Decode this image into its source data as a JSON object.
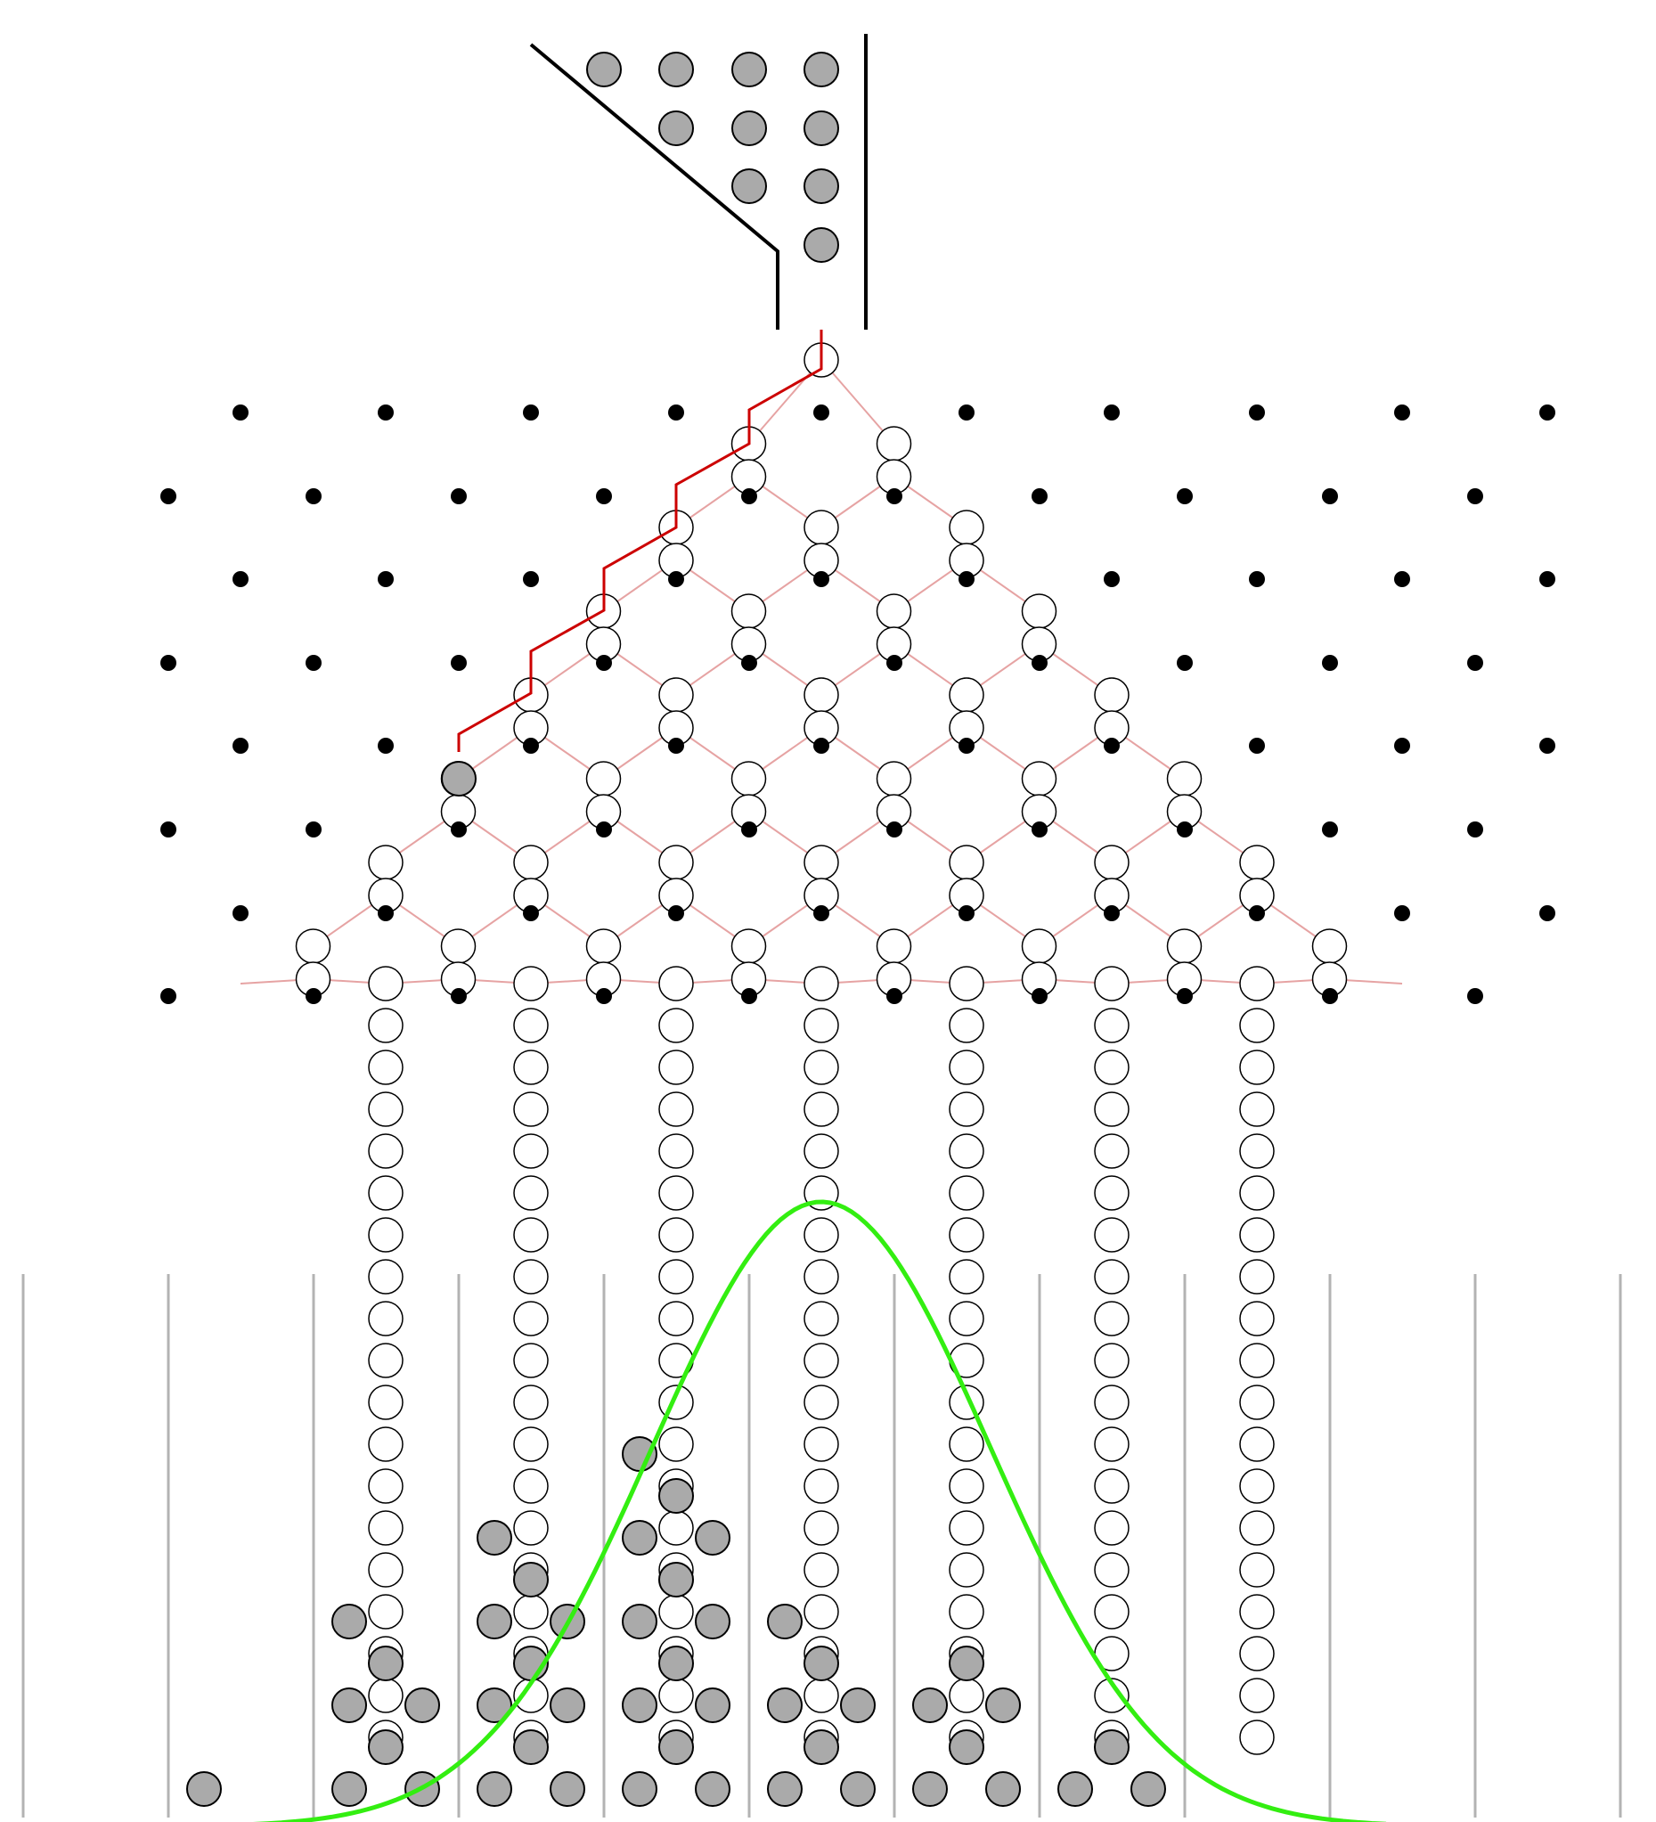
{
  "figure": {
    "kind": "galton-board",
    "rows_of_pegs": 8,
    "bins": 11,
    "hopper_balls": 10,
    "colors": {
      "background": "#ffffff",
      "peg": "#000000",
      "ball_fill": "#aaaaaa",
      "ball_outline": "#000000",
      "ghost_ball_fill": "#ffffff",
      "path_highlight": "#cc0000",
      "path_faint": "#e6a3a3",
      "bin_divider": "#b3b3b3",
      "hopper_wall": "#000000",
      "normal_curve": "#33ee11"
    },
    "bin_ball_counts": [
      0,
      1,
      7,
      10,
      13,
      7,
      6,
      3,
      0,
      0,
      0
    ],
    "curve": "normal-distribution"
  }
}
